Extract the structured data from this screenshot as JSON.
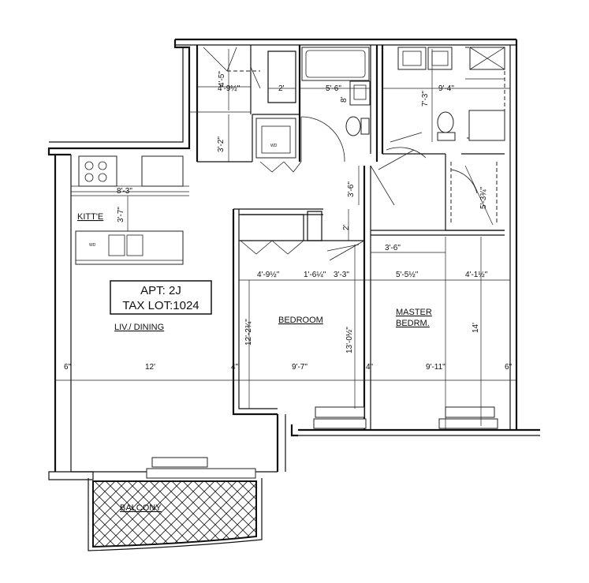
{
  "info_box": {
    "apt": "APT: 2J",
    "tax_lot": "TAX LOT:1024"
  },
  "rooms": {
    "kitchen": "KITT'E",
    "living": "LIV./ DINING",
    "bedroom": "BEDROOM",
    "master_line1": "MASTER",
    "master_line2": "BEDRM.",
    "balcony": "BALCONY"
  },
  "appliances": {
    "wd_closet": "WD",
    "wd_kitchen": "WD"
  },
  "dimensions": {
    "d_4_9h_top": "4'-9½\"",
    "d_4_5_vert": "4'-5\"",
    "d_2_top": "2'",
    "d_5_6": "5'-6\"",
    "d_8": "8'",
    "d_7_3": "7'-3\"",
    "d_9_4": "9'-4\"",
    "d_3_2": "3'-2\"",
    "d_8_3": "8'-3\"",
    "d_3_7": "3'-7\"",
    "d_3_6_vert": "3'-6\"",
    "d_5_3q": "5'-3¾\"",
    "d_2_mid": "2'",
    "d_3_6_horiz": "3'-6\"",
    "d_4_9h_bed": "4'-9½\"",
    "d_1_6q": "1'-6¼\"",
    "d_3_3": "3'-3\"",
    "d_5_5h": "5'-5½\"",
    "d_4_1h": "4'-1½\"",
    "d_12_2q": "12'-2¾\"",
    "d_13_0h": "13'-0½\"",
    "d_14": "14'",
    "d_6_left": "6\"",
    "d_12": "12'",
    "d_4_a": "4\"",
    "d_9_7": "9'-7\"",
    "d_4_b": "4\"",
    "d_9_11": "9'-11\"",
    "d_6_right": "6\""
  }
}
